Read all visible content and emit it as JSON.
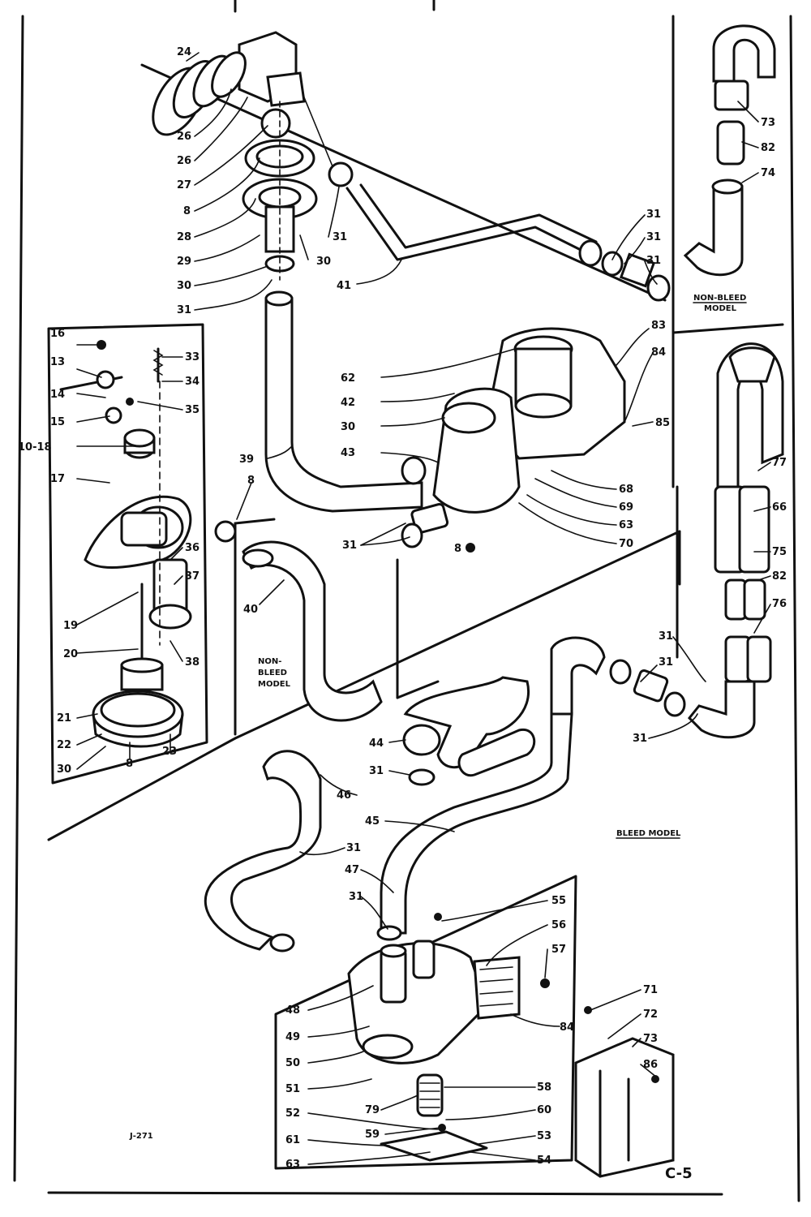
{
  "diagram": {
    "page_code": "C-5",
    "captions": {
      "non_bleed_upper": [
        "NON-BLEED",
        "MODEL"
      ],
      "non_bleed_left": [
        "NON-",
        "BLEED",
        "MODEL"
      ],
      "bleed": "BLEED MODEL",
      "corner_mark": "J-271"
    },
    "callouts": [
      {
        "id": "a",
        "label": "24"
      },
      {
        "id": "b",
        "label": "26"
      },
      {
        "id": "c",
        "label": "26"
      },
      {
        "id": "d",
        "label": "27"
      },
      {
        "id": "e",
        "label": "8"
      },
      {
        "id": "f",
        "label": "28"
      },
      {
        "id": "g",
        "label": "29"
      },
      {
        "id": "h",
        "label": "30"
      },
      {
        "id": "i",
        "label": "31"
      },
      {
        "id": "j",
        "label": "31"
      },
      {
        "id": "k",
        "label": "30"
      },
      {
        "id": "l",
        "label": "41"
      },
      {
        "id": "m",
        "label": "31"
      },
      {
        "id": "n",
        "label": "31"
      },
      {
        "id": "o",
        "label": "31"
      },
      {
        "id": "p",
        "label": "73"
      },
      {
        "id": "q",
        "label": "82"
      },
      {
        "id": "r",
        "label": "74"
      },
      {
        "id": "s",
        "label": "16"
      },
      {
        "id": "t",
        "label": "13"
      },
      {
        "id": "u",
        "label": "14"
      },
      {
        "id": "v",
        "label": "15"
      },
      {
        "id": "w",
        "label": "10-18"
      },
      {
        "id": "x",
        "label": "17"
      },
      {
        "id": "y",
        "label": "33"
      },
      {
        "id": "z",
        "label": "34"
      },
      {
        "id": "aa",
        "label": "35"
      },
      {
        "id": "ab",
        "label": "36"
      },
      {
        "id": "ac",
        "label": "37"
      },
      {
        "id": "ad",
        "label": "19"
      },
      {
        "id": "ae",
        "label": "20"
      },
      {
        "id": "af",
        "label": "38"
      },
      {
        "id": "ag",
        "label": "21"
      },
      {
        "id": "ah",
        "label": "22"
      },
      {
        "id": "ai",
        "label": "30"
      },
      {
        "id": "aj",
        "label": "8"
      },
      {
        "id": "ak",
        "label": "23"
      },
      {
        "id": "al",
        "label": "8"
      },
      {
        "id": "am",
        "label": "83"
      },
      {
        "id": "an",
        "label": "84"
      },
      {
        "id": "ao",
        "label": "62"
      },
      {
        "id": "ap",
        "label": "42"
      },
      {
        "id": "aq",
        "label": "30"
      },
      {
        "id": "ar",
        "label": "43"
      },
      {
        "id": "as",
        "label": "39"
      },
      {
        "id": "at",
        "label": "85"
      },
      {
        "id": "au",
        "label": "68"
      },
      {
        "id": "av",
        "label": "69"
      },
      {
        "id": "aw",
        "label": "63"
      },
      {
        "id": "ax",
        "label": "70"
      },
      {
        "id": "ay",
        "label": "31"
      },
      {
        "id": "az",
        "label": "8"
      },
      {
        "id": "ba",
        "label": "40"
      },
      {
        "id": "bb",
        "label": "77"
      },
      {
        "id": "bc",
        "label": "66"
      },
      {
        "id": "bd",
        "label": "75"
      },
      {
        "id": "be",
        "label": "82"
      },
      {
        "id": "bf",
        "label": "76"
      },
      {
        "id": "bg",
        "label": "31"
      },
      {
        "id": "bh",
        "label": "31"
      },
      {
        "id": "bi",
        "label": "31"
      },
      {
        "id": "bj",
        "label": "44"
      },
      {
        "id": "bk",
        "label": "31"
      },
      {
        "id": "bl",
        "label": "46"
      },
      {
        "id": "bm",
        "label": "45"
      },
      {
        "id": "bn",
        "label": "31"
      },
      {
        "id": "bo",
        "label": "47"
      },
      {
        "id": "bp",
        "label": "31"
      },
      {
        "id": "bq",
        "label": "55"
      },
      {
        "id": "br",
        "label": "56"
      },
      {
        "id": "bs",
        "label": "57"
      },
      {
        "id": "bt",
        "label": "84"
      },
      {
        "id": "bu",
        "label": "71"
      },
      {
        "id": "bv",
        "label": "72"
      },
      {
        "id": "bw",
        "label": "73"
      },
      {
        "id": "bx",
        "label": "86"
      },
      {
        "id": "by",
        "label": "48"
      },
      {
        "id": "bz",
        "label": "49"
      },
      {
        "id": "ca",
        "label": "50"
      },
      {
        "id": "cb",
        "label": "51"
      },
      {
        "id": "cc",
        "label": "79"
      },
      {
        "id": "cd",
        "label": "58"
      },
      {
        "id": "ce",
        "label": "52"
      },
      {
        "id": "cf",
        "label": "60"
      },
      {
        "id": "cg",
        "label": "59"
      },
      {
        "id": "ch",
        "label": "53"
      },
      {
        "id": "ci",
        "label": "61"
      },
      {
        "id": "cj",
        "label": "54"
      },
      {
        "id": "ck",
        "label": "63"
      }
    ]
  }
}
